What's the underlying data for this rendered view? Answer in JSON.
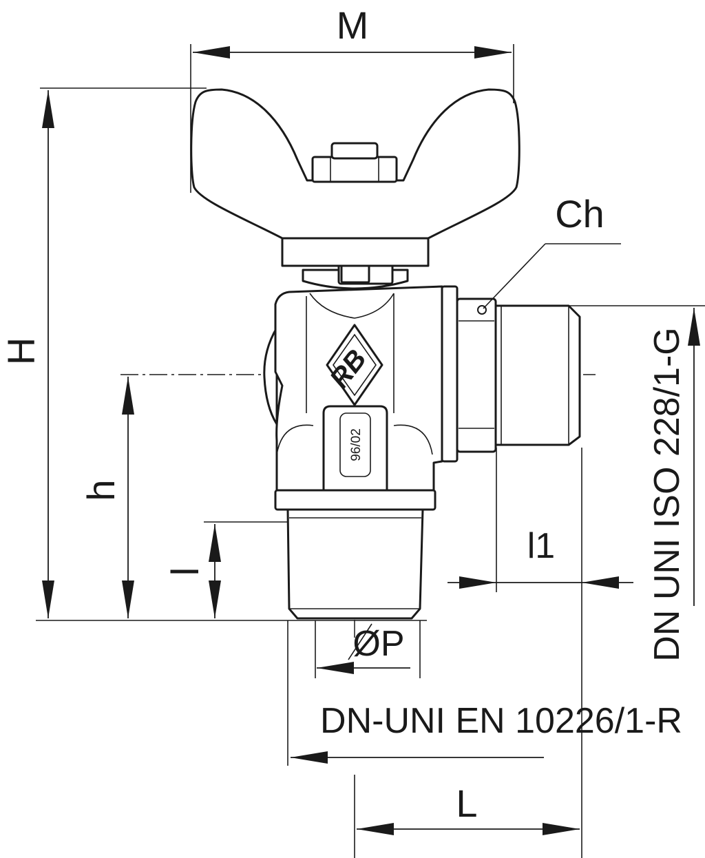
{
  "labels": {
    "width_overall": "M",
    "height_overall": "H",
    "height_axis": "h",
    "thread_length_bottom": "l",
    "thread_length_side": "l1",
    "diameter": "ØP",
    "hex_key": "Ch",
    "length": "L",
    "standard_side_thread": "DN UNI ISO 228/1-G",
    "standard_bottom_thread": "DN-UNI EN 10226/1-R"
  },
  "markings": {
    "date_code": "96/02",
    "logo_letters": "RB"
  }
}
